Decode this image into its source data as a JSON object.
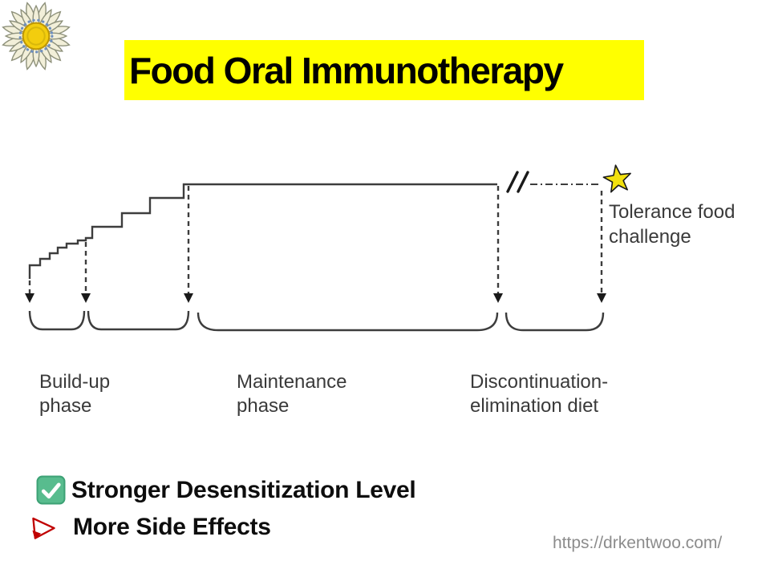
{
  "slide": {
    "title": "Food Oral Immunotherapy",
    "url": "https://drkentwoo.com/"
  },
  "diagram": {
    "type": "phase-timeline",
    "phase_labels": [
      {
        "id": "build-up",
        "label": "Build-up\nphase"
      },
      {
        "id": "maintenance",
        "label": "Maintenance\nphase"
      },
      {
        "id": "discontinuation",
        "label": "Discontinuation-\nelimination diet"
      }
    ],
    "annotation": {
      "icon": "star-icon",
      "label": "Tolerance food\nchallenge"
    }
  },
  "bullets": [
    {
      "icon": "green-check-icon",
      "text": "Stronger Desensitization Level"
    },
    {
      "icon": "red-arrow-icon",
      "text": "More Side Effects"
    }
  ],
  "colors": {
    "title_highlight": "#FFFF00",
    "title_text": "#000000",
    "diagram_line": "#3D3D3D",
    "label_text": "#3A3A3A",
    "star_fill": "#F2E10E",
    "check_green": "#58BC8E",
    "arrow_red": "#C00000",
    "url_text": "#8C8C8C"
  }
}
